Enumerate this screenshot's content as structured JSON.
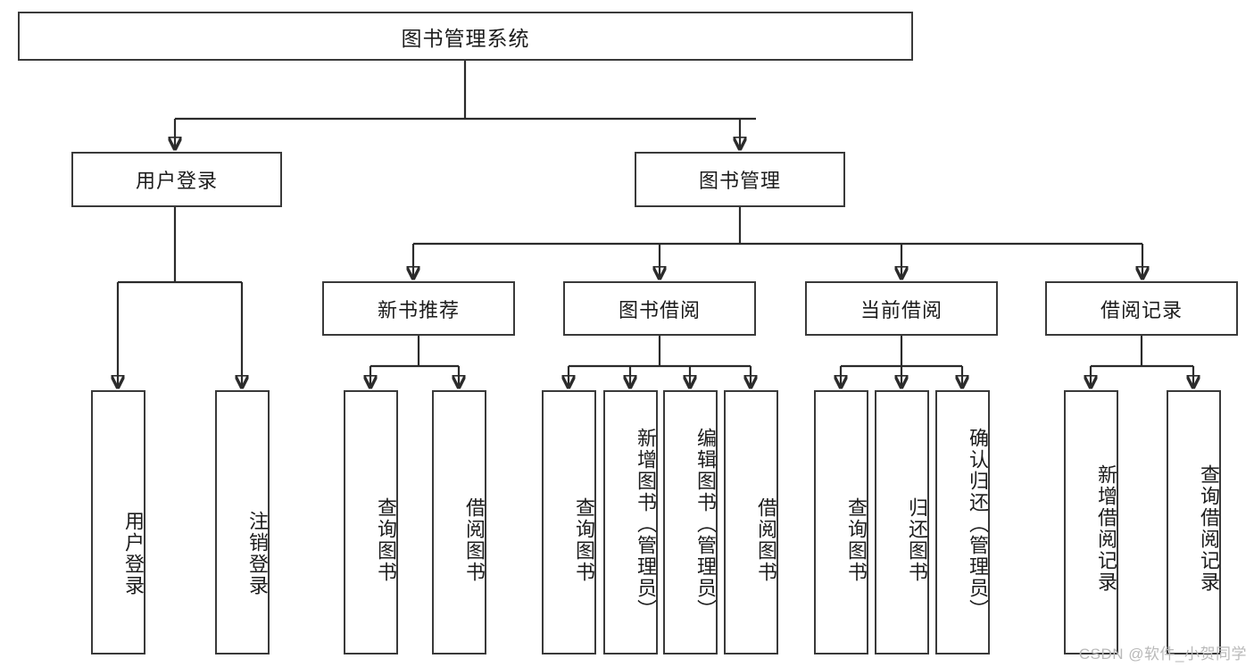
{
  "diagram": {
    "title": "图书管理系统",
    "type": "hierarchy-tree",
    "orientation": "top-down",
    "levels": 4,
    "colors": {
      "border": "#3a3a3a",
      "line": "#2b2b2b",
      "background": "#ffffff",
      "text": "#1c1c1c",
      "watermark": "#b9b9b9"
    }
  },
  "root": {
    "label": "图书管理系统"
  },
  "level2": [
    {
      "id": "user-login",
      "label": "用户登录"
    },
    {
      "id": "book-manage",
      "label": "图书管理"
    }
  ],
  "level3": [
    {
      "id": "new-book-recommend",
      "label": "新书推荐",
      "parent": "book-manage"
    },
    {
      "id": "book-borrow",
      "label": "图书借阅",
      "parent": "book-manage"
    },
    {
      "id": "current-borrow",
      "label": "当前借阅",
      "parent": "book-manage"
    },
    {
      "id": "borrow-record",
      "label": "借阅记录",
      "parent": "book-manage"
    }
  ],
  "leaves": {
    "user_login": [
      {
        "id": "leaf-user-login",
        "label": "用户登录"
      },
      {
        "id": "leaf-logout-login",
        "label": "注销登录"
      }
    ],
    "new_book_recommend": [
      {
        "id": "leaf-query-book-1",
        "label": "查询图书"
      },
      {
        "id": "leaf-borrow-book-1",
        "label": "借阅图书"
      }
    ],
    "book_borrow": [
      {
        "id": "leaf-query-book-2",
        "label": "查询图书"
      },
      {
        "id": "leaf-add-book",
        "label": "新增图书（管理员）"
      },
      {
        "id": "leaf-edit-book",
        "label": "编辑图书（管理员）"
      },
      {
        "id": "leaf-borrow-book-2",
        "label": "借阅图书"
      }
    ],
    "current_borrow": [
      {
        "id": "leaf-query-book-3",
        "label": "查询图书"
      },
      {
        "id": "leaf-return-book",
        "label": "归还图书"
      },
      {
        "id": "leaf-confirm-return",
        "label": "确认归还（管理员）"
      }
    ],
    "borrow_record": [
      {
        "id": "leaf-add-record",
        "label": "新增借阅记录"
      },
      {
        "id": "leaf-query-record",
        "label": "查询借阅记录"
      }
    ]
  },
  "watermark": {
    "text": "CSDN @软件_小贺同学"
  }
}
